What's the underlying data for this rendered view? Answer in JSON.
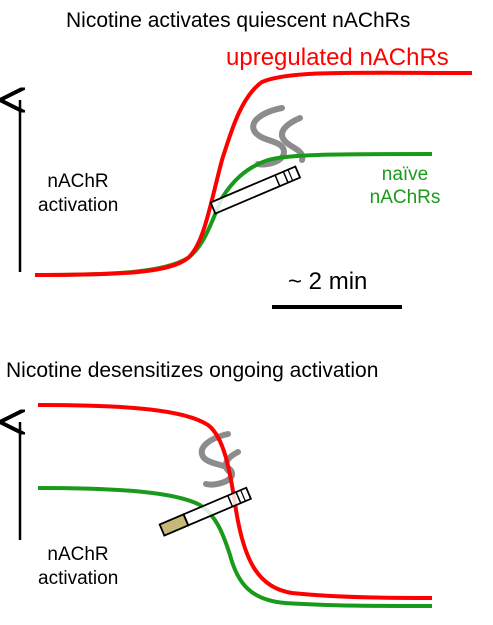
{
  "panel_top": {
    "title": "Nicotine activates quiescent nAChRs",
    "red_label": "upregulated nAChRs",
    "green_label_line1": "naïve",
    "green_label_line2": "nAChRs",
    "y_label_line1": "nAChR",
    "y_label_line2": "activation",
    "scale_label": "~ 2 min"
  },
  "panel_bottom": {
    "title": "Nicotine desensitizes ongoing activation",
    "y_label_line1": "nAChR",
    "y_label_line2": "activation"
  },
  "colors": {
    "red": "#ff0000",
    "green": "#1a9a1a",
    "smoke": "#8c8c8c",
    "filter": "#c8b878"
  },
  "icons": [
    "up-arrow-icon",
    "cigarette-icon",
    "smoke-icon"
  ]
}
